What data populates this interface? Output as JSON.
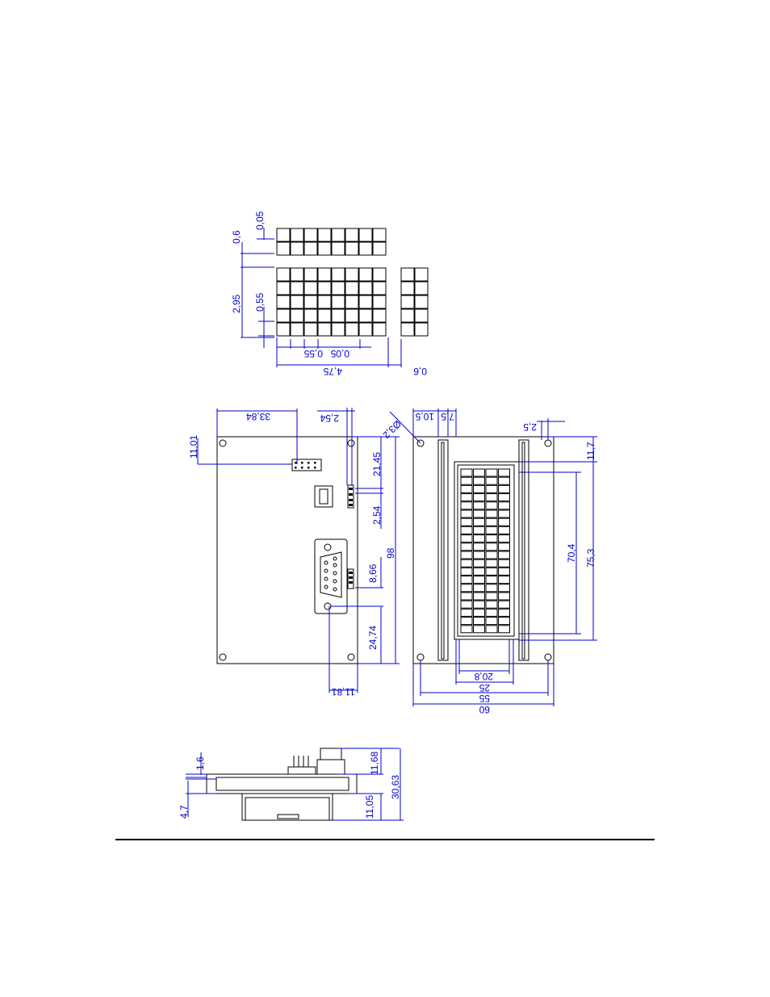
{
  "dimensions": {
    "char_block": {
      "pitch_v": "0,05",
      "row_h": "0,6",
      "char_h": "2,95",
      "dot_h": "0,55",
      "dot_w": "0,55",
      "gap_w": "0,05",
      "char_w": "4,75",
      "char_gap": "0,6"
    },
    "rear": {
      "width_to_header": "33,84",
      "pin_pitch": "2,54",
      "hole_offset_y": "11,01",
      "conn_y": "21,45",
      "conn_pitch": "2,54",
      "dsub_offset": "8,66",
      "dsub_to_bottom": "24,74",
      "dsub_from_edge": "11,81",
      "height": "98"
    },
    "front": {
      "hole_dia": "Ø3,2",
      "bezel_offset": "10,5",
      "bezel_w": "7,5",
      "hole_margin": "2,5",
      "hole_top": "11,7",
      "va_h": "70,4",
      "bezel_h": "75,3",
      "aa_w": "20,8",
      "va_w": "25",
      "hole_span": "55",
      "width": "60"
    },
    "side": {
      "pcb_t": "1,6",
      "bezel_t": "4,7",
      "dsub_h": "11,68",
      "total_h": "30,63",
      "lcd_h": "11,05"
    }
  }
}
